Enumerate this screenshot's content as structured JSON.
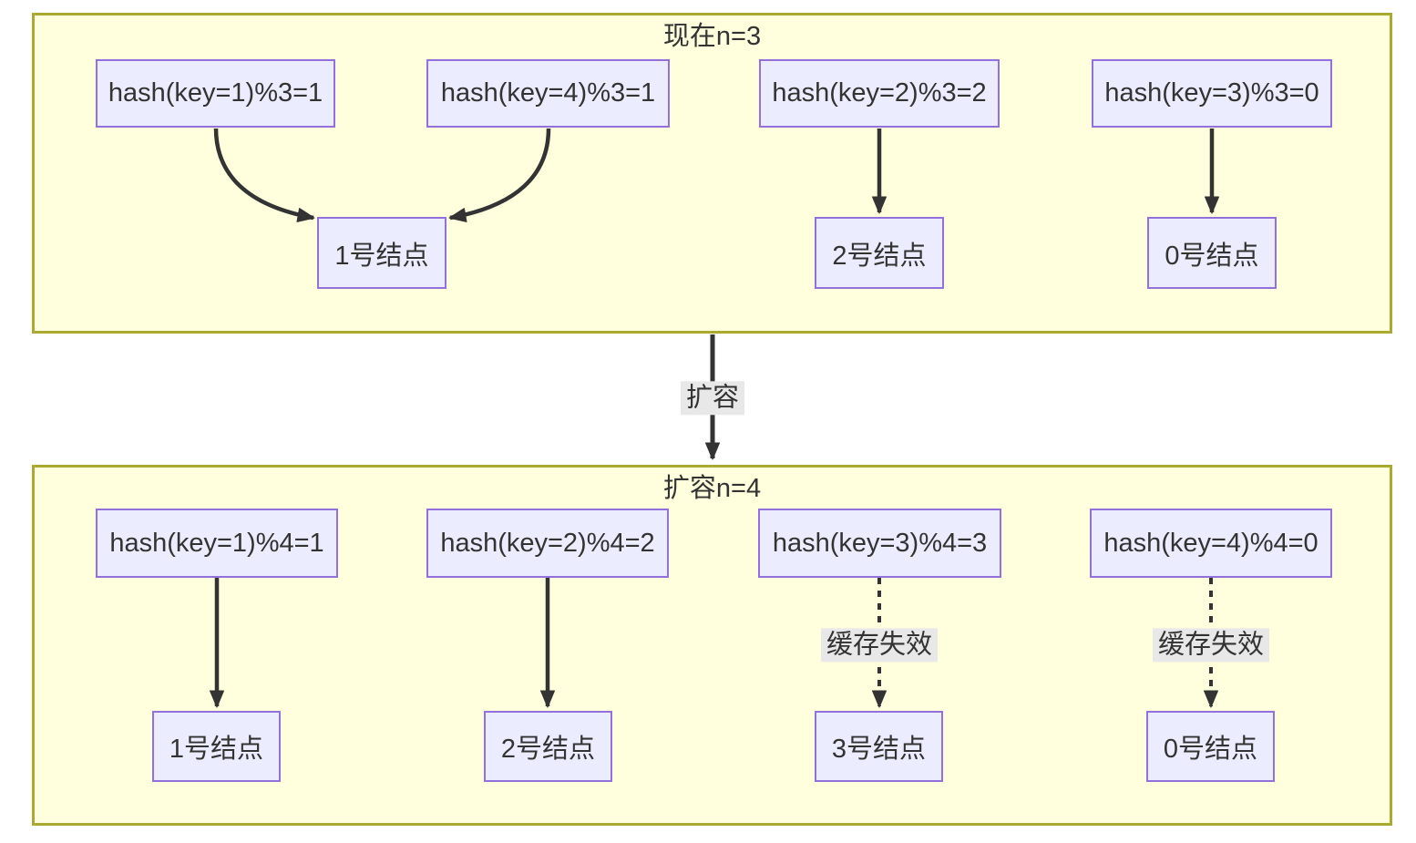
{
  "diagram": {
    "colors": {
      "panel_fill": "#ffffde",
      "panel_border": "#aaaa33",
      "box_fill": "#ececff",
      "box_border": "#9370db",
      "edge_color": "#333333",
      "edge_label_bg": "#e8e8e8",
      "text_color": "#333333"
    },
    "before": {
      "title": "现在n=3",
      "hashes": [
        {
          "label": "hash(key=1)%3=1"
        },
        {
          "label": "hash(key=4)%3=1"
        },
        {
          "label": "hash(key=2)%3=2"
        },
        {
          "label": "hash(key=3)%3=0"
        }
      ],
      "nodes": [
        {
          "label": "1号结点"
        },
        {
          "label": "2号结点"
        },
        {
          "label": "0号结点"
        }
      ]
    },
    "transition": {
      "label": "扩容"
    },
    "after": {
      "title": "扩容n=4",
      "hashes": [
        {
          "label": "hash(key=1)%4=1"
        },
        {
          "label": "hash(key=2)%4=2"
        },
        {
          "label": "hash(key=3)%4=3"
        },
        {
          "label": "hash(key=4)%4=0"
        }
      ],
      "edge_labels": [
        {
          "label": "缓存失效"
        },
        {
          "label": "缓存失效"
        }
      ],
      "nodes": [
        {
          "label": "1号结点"
        },
        {
          "label": "2号结点"
        },
        {
          "label": "3号结点"
        },
        {
          "label": "0号结点"
        }
      ]
    }
  }
}
